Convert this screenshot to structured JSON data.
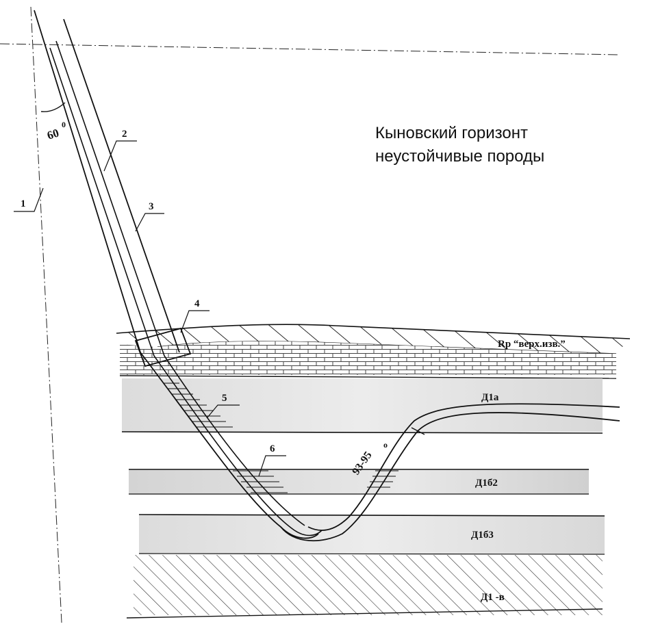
{
  "title": {
    "line1": "Кыновский горизонт",
    "line2": "неустойчивые породы"
  },
  "angles": {
    "inclination": "60",
    "degree_mark": "0",
    "bend": "93-95",
    "bend_degree": "o"
  },
  "callouts": [
    "1",
    "2",
    "3",
    "4",
    "5",
    "6"
  ],
  "layers": {
    "top": "Rp “верх.изв.”",
    "d1a": "Д1а",
    "d1b2": "Д1б2",
    "d1b3": "Д1б3",
    "d1v": "Д1 -в"
  },
  "colors": {
    "ink": "#111111",
    "layer_fill": "#e4e4e4",
    "background": "#ffffff"
  }
}
